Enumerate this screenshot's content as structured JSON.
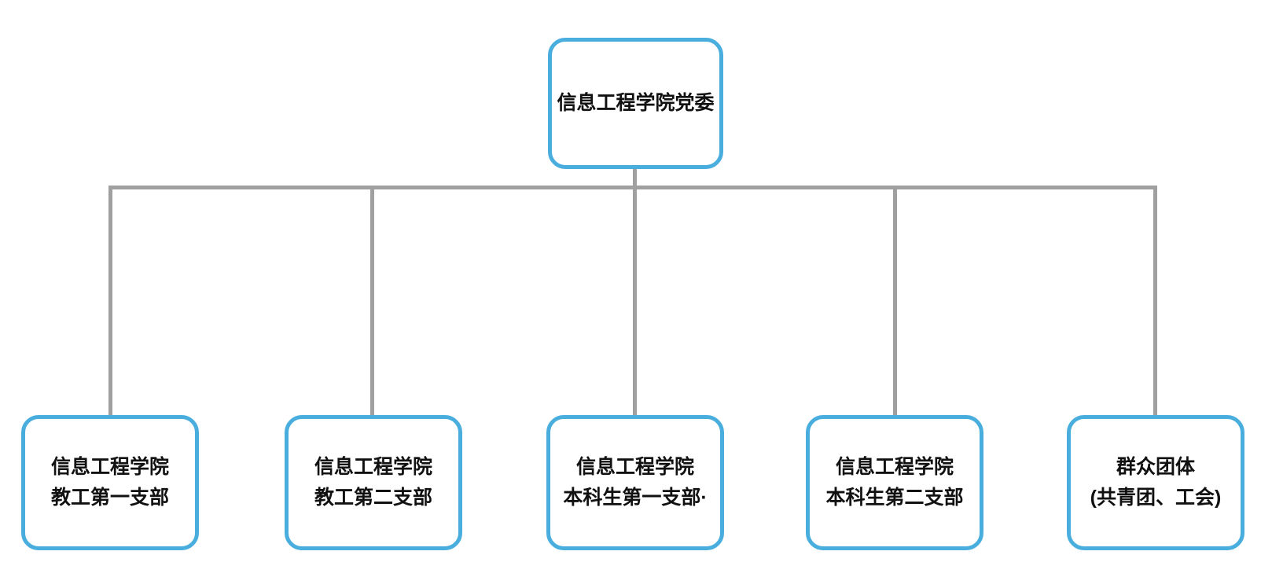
{
  "diagram": {
    "type": "org-chart",
    "root": {
      "label": "信息工程学院党委"
    },
    "children": [
      {
        "line1": "信息工程学院",
        "line2": "教工第一支部"
      },
      {
        "line1": "信息工程学院",
        "line2": "教工第二支部"
      },
      {
        "line1": "信息工程学院",
        "line2": "本科生第一支部·"
      },
      {
        "line1": "信息工程学院",
        "line2": "本科生第二支部"
      },
      {
        "line1": "群众团体",
        "line2": "(共青团、工会)"
      }
    ],
    "colors": {
      "box_border": "#49aedd",
      "connector": "#a0a0a0",
      "text": "#111111",
      "background": "#ffffff"
    }
  }
}
